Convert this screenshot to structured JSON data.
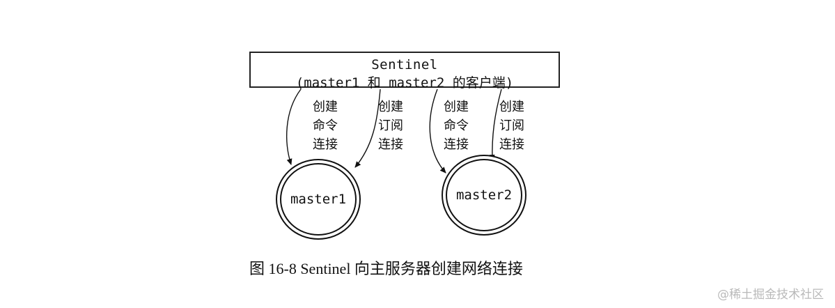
{
  "sentinel": {
    "title": "Sentinel",
    "subtitle": "(master1 和 master2 的客户端)"
  },
  "connections": [
    {
      "label_lines": [
        "创建",
        "命令",
        "连接"
      ]
    },
    {
      "label_lines": [
        "创建",
        "订阅",
        "连接"
      ]
    },
    {
      "label_lines": [
        "创建",
        "命令",
        "连接"
      ]
    },
    {
      "label_lines": [
        "创建",
        "订阅",
        "连接"
      ]
    }
  ],
  "nodes": [
    {
      "label": "master1"
    },
    {
      "label": "master2"
    }
  ],
  "caption": "图 16-8    Sentinel 向主服务器创建网络连接",
  "watermark": "@稀土掘金技术社区"
}
